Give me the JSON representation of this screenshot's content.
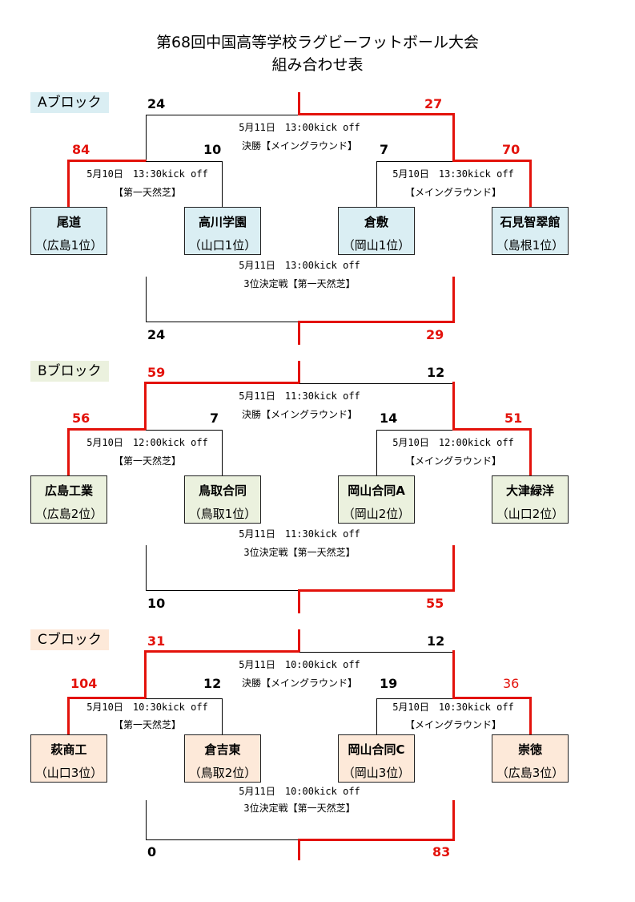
{
  "title": {
    "line1": "第68回中国高等学校ラグビーフットボール大会",
    "line2": "組み合わせ表"
  },
  "colors": {
    "win": "#e3120b",
    "a_bg": "#daeef3",
    "b_bg": "#ebf1de",
    "c_bg": "#fde9d9"
  },
  "blocks": [
    {
      "label": "Aブロック",
      "teams": [
        {
          "name": "尾道",
          "pref": "（広島1位）"
        },
        {
          "name": "高川学園",
          "pref": "（山口1位）"
        },
        {
          "name": "倉敷",
          "pref": "（岡山1位）"
        },
        {
          "name": "石見智翠館",
          "pref": "（島根1位）"
        }
      ],
      "semi_left": {
        "score1": "84",
        "score2": "10",
        "time": "5月10日　13:30kick off",
        "venue": "【第一天然芝】"
      },
      "semi_right": {
        "score1": "7",
        "score2": "70",
        "time": "5月10日　13:30kick off",
        "venue": "【メイングラウンド】"
      },
      "final": {
        "score_left": "24",
        "score_right": "27",
        "time": "5月11日　13:00kick off",
        "venue": "決勝【メイングラウンド】"
      },
      "third": {
        "time": "5月11日　13:00kick off",
        "venue": "3位決定戦【第一天然芝】",
        "score_left": "24",
        "score_right": "29"
      }
    },
    {
      "label": "Bブロック",
      "teams": [
        {
          "name": "広島工業",
          "pref": "（広島2位）"
        },
        {
          "name": "鳥取合同",
          "pref": "（鳥取1位）"
        },
        {
          "name": "岡山合同A",
          "pref": "（岡山2位）"
        },
        {
          "name": "大津緑洋",
          "pref": "（山口2位）"
        }
      ],
      "semi_left": {
        "score1": "56",
        "score2": "7",
        "time": "5月10日　12:00kick off",
        "venue": "【第一天然芝】"
      },
      "semi_right": {
        "score1": "14",
        "score2": "51",
        "time": "5月10日　12:00kick off",
        "venue": "【メイングラウンド】"
      },
      "final": {
        "score_left": "59",
        "score_right": "12",
        "time": "5月11日　11:30kick off",
        "venue": "決勝【メイングラウンド】"
      },
      "third": {
        "time": "5月11日　11:30kick off",
        "venue": "3位決定戦【第一天然芝】",
        "score_left": "10",
        "score_right": "55"
      }
    },
    {
      "label": "Cブロック",
      "teams": [
        {
          "name": "萩商工",
          "pref": "（山口3位）"
        },
        {
          "name": "倉吉東",
          "pref": "（鳥取2位）"
        },
        {
          "name": "岡山合同C",
          "pref": "（岡山3位）"
        },
        {
          "name": "崇徳",
          "pref": "（広島3位）"
        }
      ],
      "semi_left": {
        "score1": "104",
        "score2": "12",
        "time": "5月10日　10:30kick off",
        "venue": "【第一天然芝】"
      },
      "semi_right": {
        "score1": "19",
        "score2": "36",
        "time": "5月10日　10:30kick off",
        "venue": "【メイングラウンド】"
      },
      "final": {
        "score_left": "31",
        "score_right": "12",
        "time": "5月11日　10:00kick off",
        "venue": "決勝【メイングラウンド】"
      },
      "third": {
        "time": "5月11日　10:00kick off",
        "venue": "3位決定戦【第一天然芝】",
        "score_left": "0",
        "score_right": "83"
      }
    }
  ]
}
